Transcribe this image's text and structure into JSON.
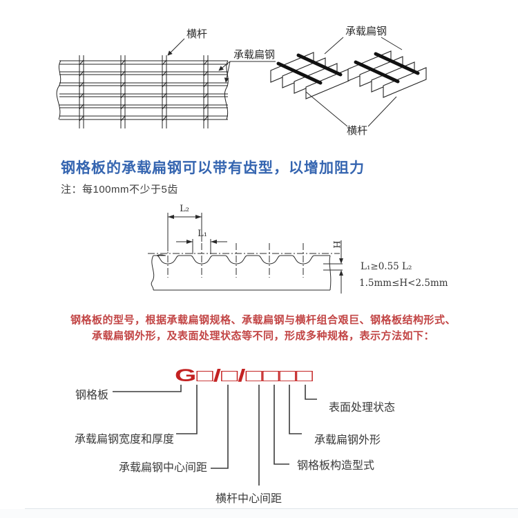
{
  "top_diagrams": {
    "front_view": {
      "crossbar_label": "横杆",
      "bearing_bar_label": "承载扁钢"
    },
    "iso_view": {
      "bearing_bar_label": "承载扁钢",
      "crossbar_label": "横杆"
    }
  },
  "heading": {
    "text": "钢格板的承载扁钢可以带有齿型，以增加阻力",
    "color": "#3565b0"
  },
  "note": "注：每100mm不少于5齿",
  "serration_diagram": {
    "dim_l2": "L₂",
    "dim_l1": "L₁",
    "dim_h": "H",
    "formula_1": "L₁≥0.55 L₂",
    "formula_2": "1.5mm≤H<2.5mm"
  },
  "description": {
    "line1": "钢格板的型号，根据承载扁钢规格、承载扁钢与横杆组合艰巨、钢格板结构形式、",
    "line2": "承载扁钢外形，及表面处理状态等不同，形成多种规格，表示方法如下：",
    "color": "#c24545"
  },
  "model_designation": {
    "code": "G□/□/□□□□",
    "code_color": "#c32222",
    "labels": {
      "grating": "钢格板",
      "bearing_bar_width_thickness": "承载扁钢宽度和厚度",
      "bearing_bar_center_spacing": "承载扁钢中心间距",
      "crossbar_center_spacing": "横杆中心间距",
      "grating_construction_type": "钢格板构造型式",
      "bearing_bar_shape": "承载扁钢外形",
      "surface_treatment": "表面处理状态"
    }
  }
}
